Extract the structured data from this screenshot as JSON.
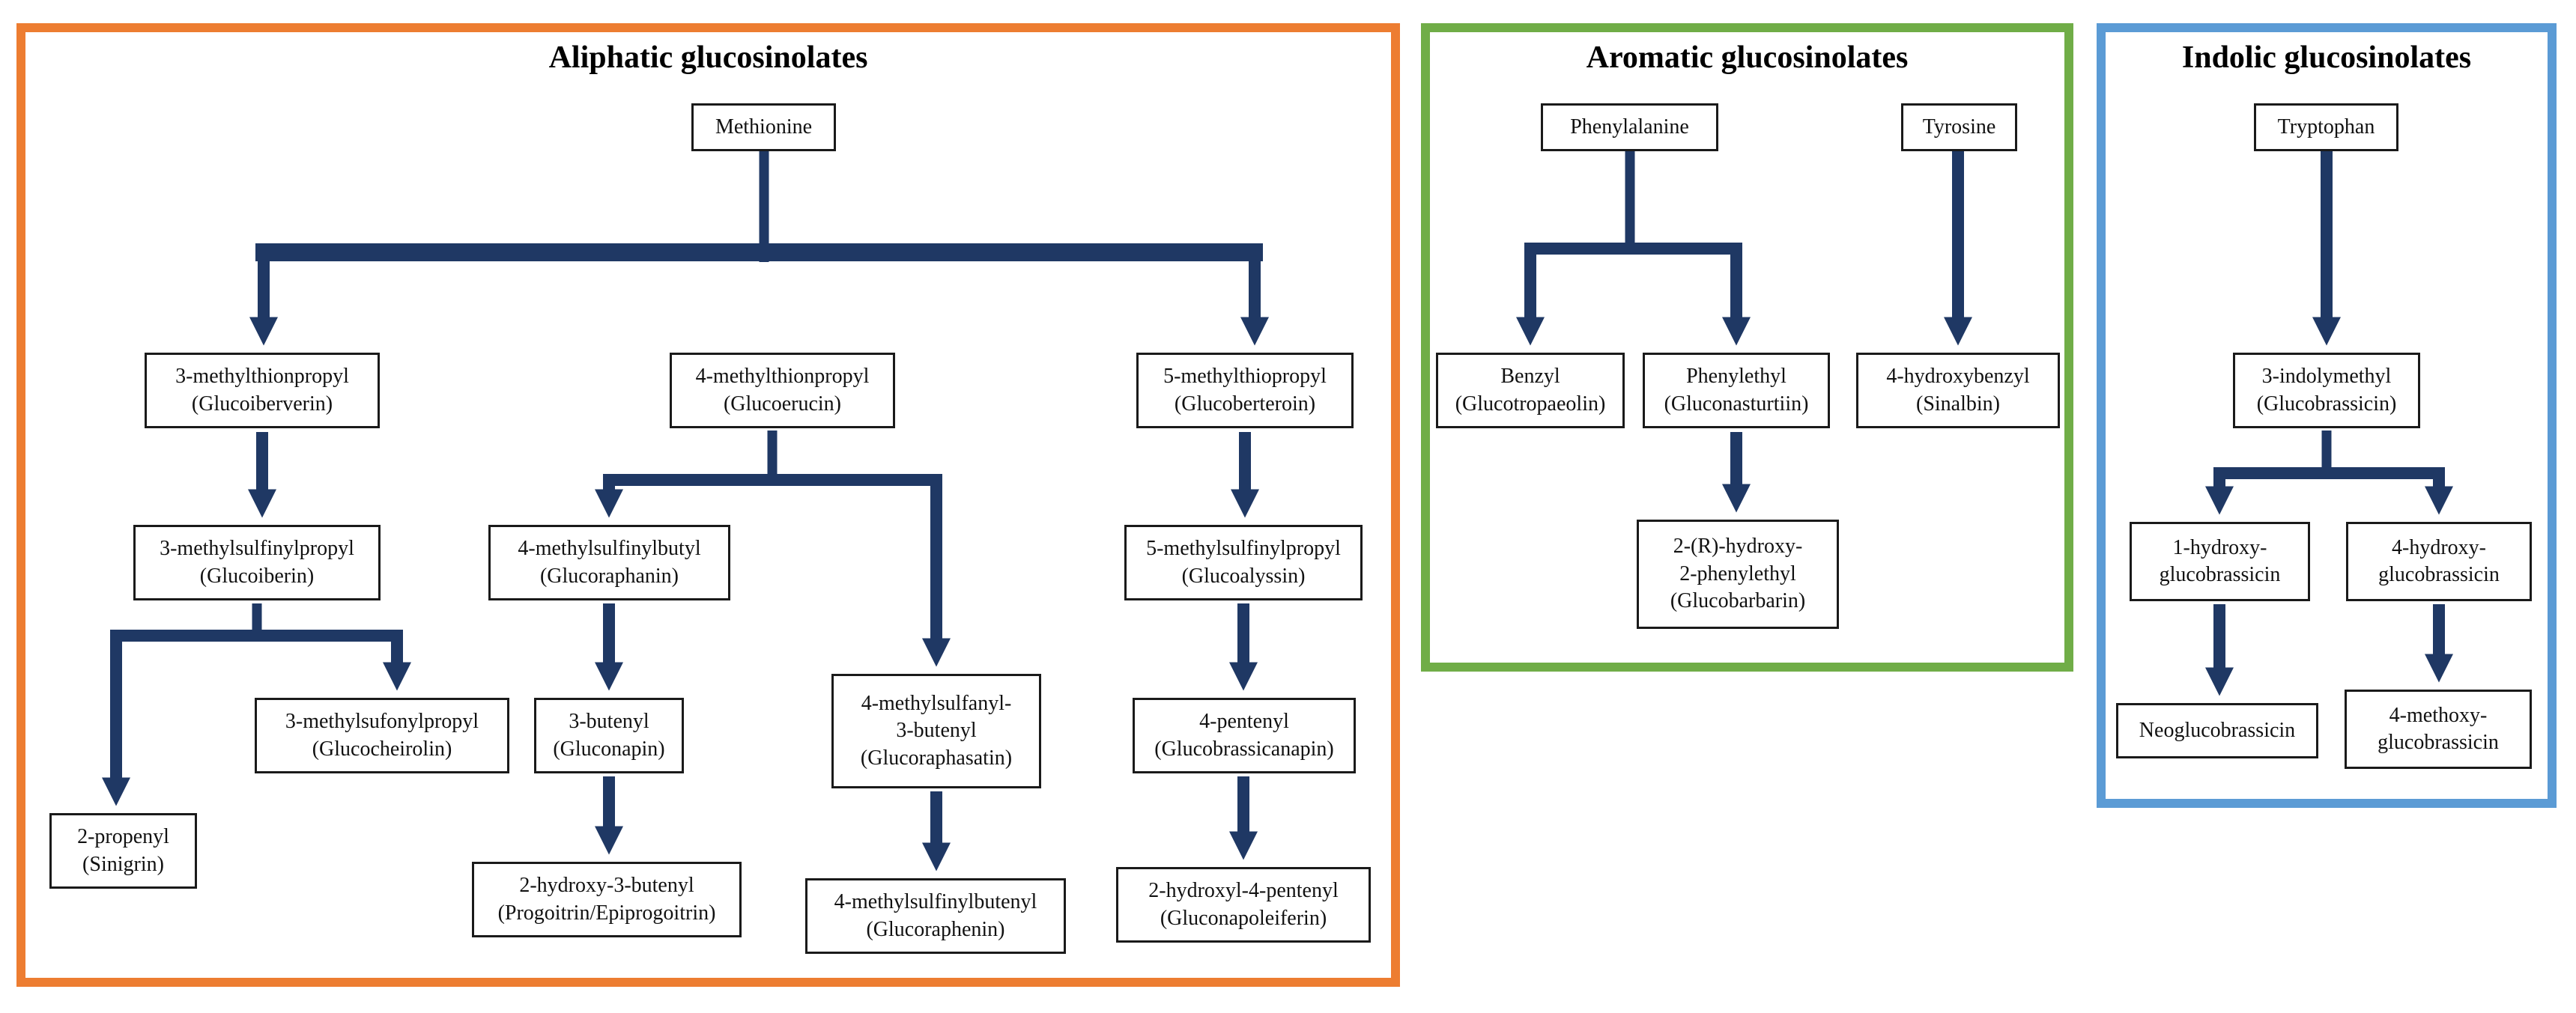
{
  "colors": {
    "aliphatic": "#ED7D31",
    "aromatic": "#70AD47",
    "indolic": "#5B9BD5",
    "arrow": "#1F3864"
  },
  "panels": [
    {
      "id": "aliphatic",
      "title": "Aliphatic glucosinolates"
    },
    {
      "id": "aromatic",
      "title": "Aromatic glucosinolates"
    },
    {
      "id": "indolic",
      "title": "Indolic glucosinolates"
    }
  ],
  "nodes": {
    "methionine": {
      "lines": [
        "Methionine"
      ]
    },
    "glucoiberverin": {
      "lines": [
        "3-methylthionpropyl",
        "(Glucoiberverin)"
      ]
    },
    "glucoerucin": {
      "lines": [
        "4-methylthionpropyl",
        "(Glucoerucin)"
      ]
    },
    "glucoberteroin": {
      "lines": [
        "5-methylthiopropyl",
        "(Glucoberteroin)"
      ]
    },
    "glucoiberin": {
      "lines": [
        "3-methylsulfinylpropyl",
        "(Glucoiberin)"
      ]
    },
    "glucoraphanin": {
      "lines": [
        "4-methylsulfinylbutyl",
        "(Glucoraphanin)"
      ]
    },
    "glucoalyssin": {
      "lines": [
        "5-methylsulfinylpropyl",
        "(Glucoalyssin)"
      ]
    },
    "glucocheirolin": {
      "lines": [
        "3-methylsufonylpropyl",
        "(Glucocheirolin)"
      ]
    },
    "gluconapin": {
      "lines": [
        "3-butenyl",
        "(Gluconapin)"
      ]
    },
    "glucoraphasatin": {
      "lines": [
        "4-methylsulfanyl-",
        "3-butenyl",
        "(Glucoraphasatin)"
      ]
    },
    "glucobrassicanapin": {
      "lines": [
        "4-pentenyl",
        "(Glucobrassicanapin)"
      ]
    },
    "sinigrin": {
      "lines": [
        "2-propenyl",
        "(Sinigrin)"
      ]
    },
    "progoitrin": {
      "lines": [
        "2-hydroxy-3-butenyl",
        "(Progoitrin/Epiprogoitrin)"
      ]
    },
    "glucoraphenin": {
      "lines": [
        "4-methylsulfinylbutenyl",
        "(Glucoraphenin)"
      ]
    },
    "gluconapoleiferin": {
      "lines": [
        "2-hydroxyl-4-pentenyl",
        "(Gluconapoleiferin)"
      ]
    },
    "phenylalanine": {
      "lines": [
        "Phenylalanine"
      ]
    },
    "tyrosine": {
      "lines": [
        "Tyrosine"
      ]
    },
    "glucotropaeolin": {
      "lines": [
        "Benzyl",
        "(Glucotropaeolin)"
      ]
    },
    "gluconasturtiin": {
      "lines": [
        "Phenylethyl",
        "(Gluconasturtiin)"
      ]
    },
    "sinalbin": {
      "lines": [
        "4-hydroxybenzyl",
        "(Sinalbin)"
      ]
    },
    "glucobarbarin": {
      "lines": [
        "2-(R)-hydroxy-",
        "2-phenylethyl",
        "(Glucobarbarin)"
      ]
    },
    "tryptophan": {
      "lines": [
        "Tryptophan"
      ]
    },
    "glucobrassicin": {
      "lines": [
        "3-indolymethyl",
        "(Glucobrassicin)"
      ]
    },
    "hydroxy1glucobrassicin": {
      "lines": [
        "1-hydroxy-",
        "glucobrassicin"
      ]
    },
    "hydroxy4glucobrassicin": {
      "lines": [
        "4-hydroxy-",
        "glucobrassicin"
      ]
    },
    "neoglucobrassicin": {
      "lines": [
        "Neoglucobrassicin"
      ]
    },
    "methoxy4glucobrassicin": {
      "lines": [
        "4-methoxy-",
        "glucobrassicin"
      ]
    }
  }
}
